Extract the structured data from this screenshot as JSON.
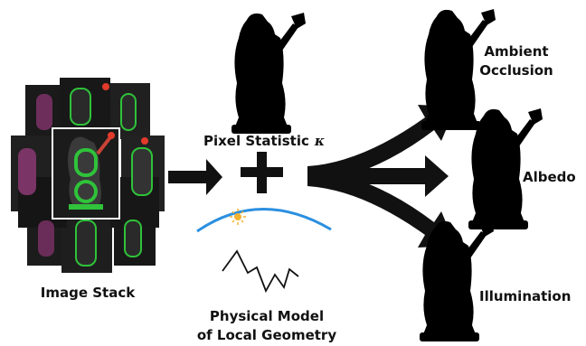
{
  "labels": {
    "image_stack": "Image Stack",
    "pixel_statistic": "Pixel Statistic",
    "kappa": "κ",
    "physical_model_line1": "Physical Model",
    "physical_model_line2": "of Local Geometry",
    "ambient_occlusion_line1": "Ambient",
    "ambient_occlusion_line2": "Occlusion",
    "albedo": "Albedo",
    "illumination": "Illumination"
  },
  "colors": {
    "arrow": "#111111",
    "sky_arc": "#2a8fe0",
    "sun": "#f2b230",
    "figure_purple": "#8a3d72",
    "figure_green": "#2fc23a",
    "figure_gray": "#8e8e8e",
    "figure_light": "#cfcfcf",
    "figure_red": "#e23a2a"
  },
  "icons": {
    "plus": "plus-icon",
    "sun": "sun-icon",
    "geometry": "geometry-profile-icon"
  }
}
